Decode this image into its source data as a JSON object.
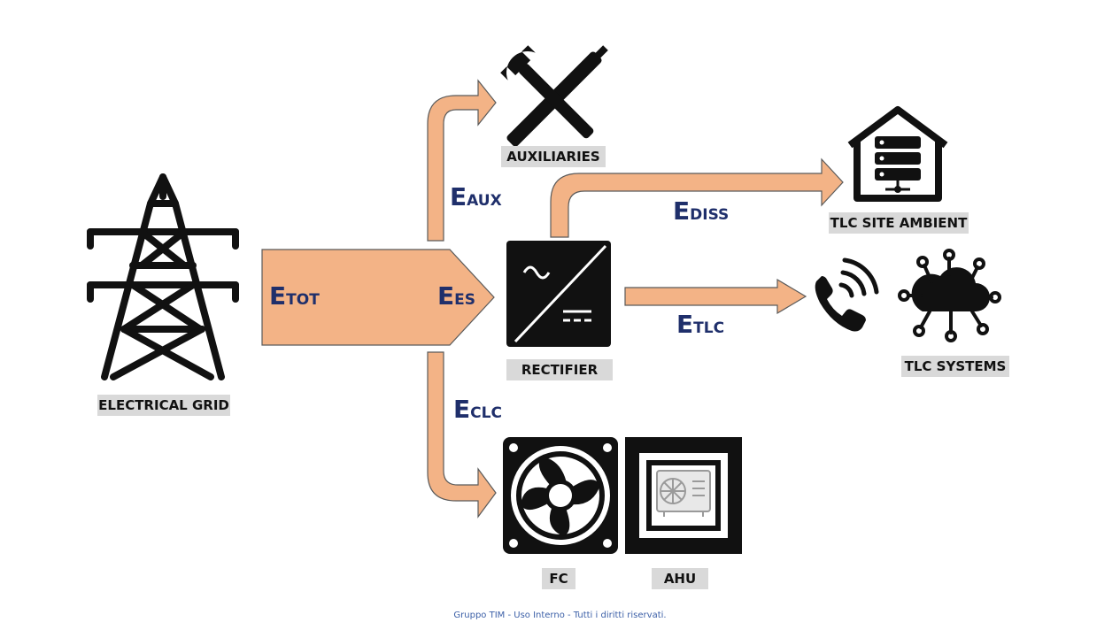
{
  "labels": {
    "electrical_grid": "ELECTRICAL GRID",
    "auxiliaries": "AUXILIARIES",
    "rectifier": "RECTIFIER",
    "tlc_site_ambient": "TLC SITE AMBIENT",
    "tlc_systems": "TLC SYSTEMS",
    "fc": "FC",
    "ahu": "AHU"
  },
  "energy_flows": {
    "tot": {
      "letter": "E",
      "sub": "TOT"
    },
    "es": {
      "letter": "E",
      "sub": "ES"
    },
    "aux": {
      "letter": "E",
      "sub": "AUX"
    },
    "diss": {
      "letter": "E",
      "sub": "DISS"
    },
    "tlc": {
      "letter": "E",
      "sub": "TLC"
    },
    "clc": {
      "letter": "E",
      "sub": "CLC"
    }
  },
  "footer": "Gruppo TIM - Uso Interno - Tutti i diritti riservati.",
  "colors": {
    "flow_fill": "#f3b386",
    "flow_stroke": "#5a5a5a",
    "label_bg": "#d9d9d9",
    "energy_text": "#1f2f6b",
    "footer_text": "#3b5fa7"
  },
  "icons": {
    "electrical_grid": "power-pylon-icon",
    "auxiliaries": "tools-icon",
    "rectifier": "ac-dc-rectifier-icon",
    "tlc_site_ambient": "server-house-icon",
    "tlc_systems_phone": "phone-signal-icon",
    "tlc_systems_cloud": "cloud-network-icon",
    "fc": "fan-icon",
    "ahu": "air-handling-unit-icon"
  }
}
